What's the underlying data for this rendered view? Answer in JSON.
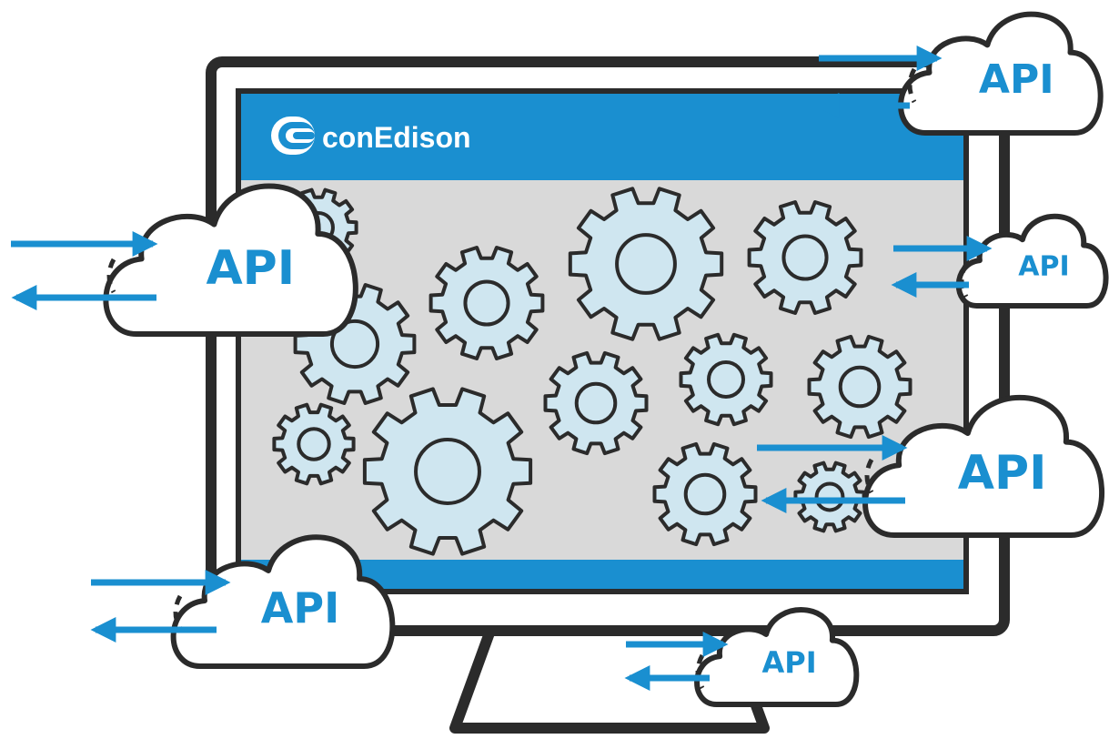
{
  "brand": {
    "name": "conEdison",
    "logo_icon": "con-edison-logo-icon"
  },
  "clouds": [
    {
      "id": "top-right",
      "label": "API"
    },
    {
      "id": "left",
      "label": "API"
    },
    {
      "id": "right-small",
      "label": "API"
    },
    {
      "id": "right-large",
      "label": "API"
    },
    {
      "id": "bottom-left",
      "label": "API"
    },
    {
      "id": "bottom-center",
      "label": "API"
    }
  ],
  "colors": {
    "accent": "#1a8fd0",
    "header_bar": "#1a8fd0",
    "screen_bg": "#d9d9d9",
    "gear_fill": "#cfe6f0",
    "outline": "#2b2b2b"
  }
}
